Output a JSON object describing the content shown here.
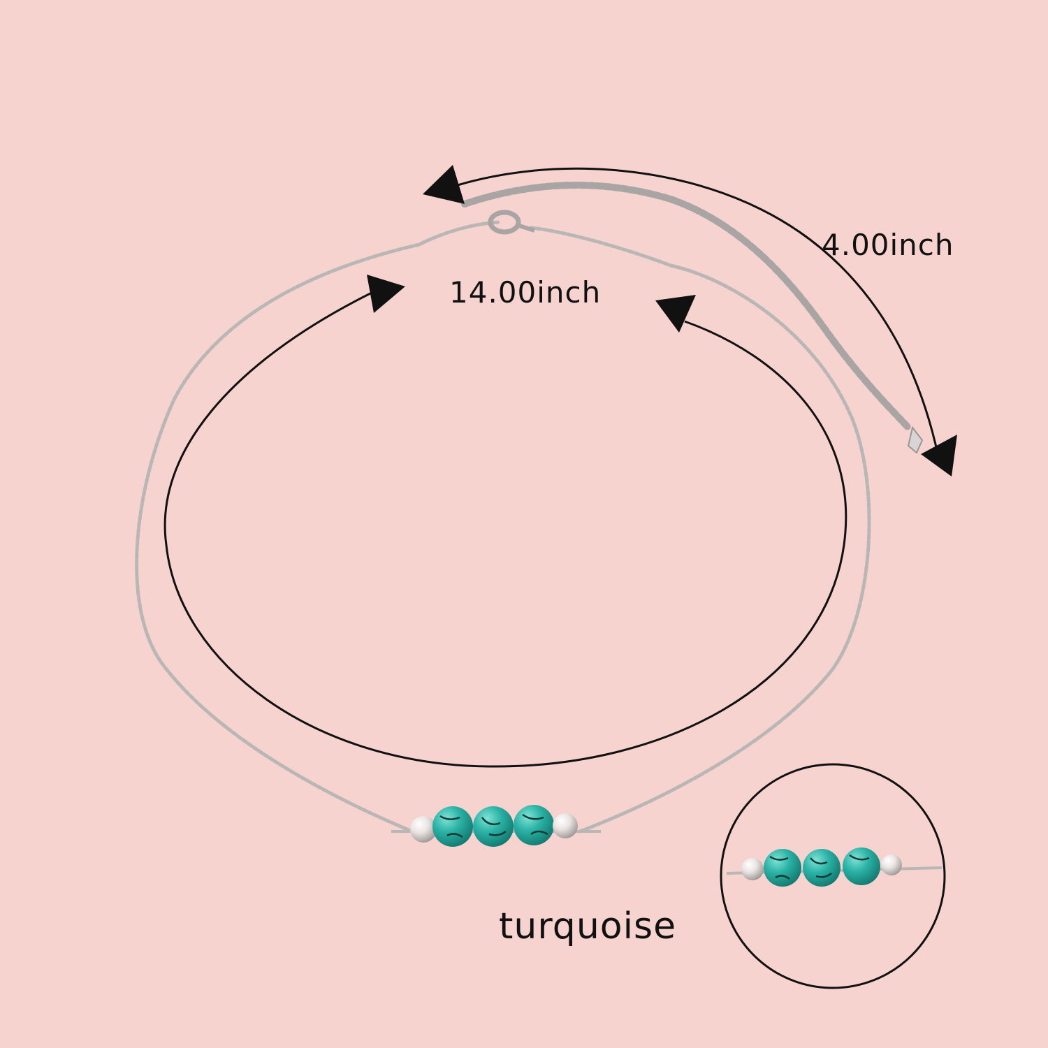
{
  "labels": {
    "extender_length": "4.00inch",
    "necklace_length": "14.00inch",
    "stone_name": "turquoise"
  },
  "colors": {
    "background": "#f6d3ce",
    "annotation_ink": "#111111",
    "chain_silver": "#b9b6b6",
    "turquoise": "#2bb3a6",
    "turquoise_vein": "#163a35",
    "spacer_bead": "#e9e4e2"
  },
  "product": {
    "bead_count": 3,
    "spacer_count": 2
  }
}
